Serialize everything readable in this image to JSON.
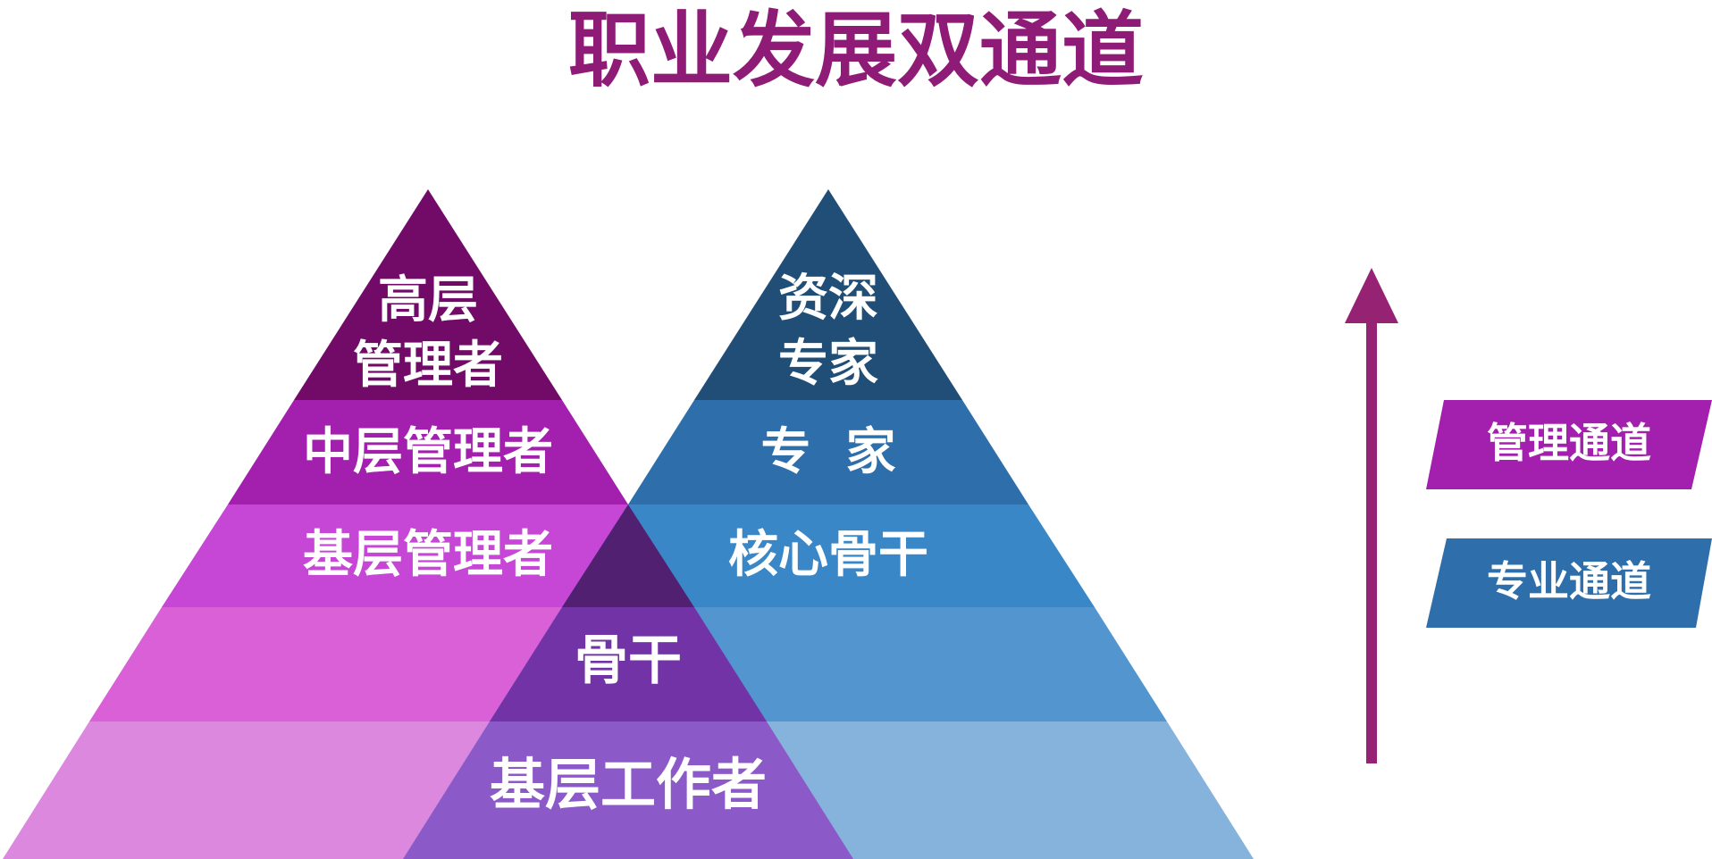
{
  "title": "职业发展双通道",
  "management_pyramid": {
    "levels": [
      "高层",
      "管理者",
      "中层管理者",
      "基层管理者"
    ]
  },
  "professional_pyramid": {
    "levels": [
      "资深",
      "专家",
      "专  家",
      "核心骨干"
    ]
  },
  "shared_levels": [
    "骨干",
    "基层工作者"
  ],
  "legend": {
    "management": "管理通道",
    "professional": "专业通道"
  },
  "colors": {
    "title": "#8e1c77",
    "management": [
      "#720a68",
      "#a31fae",
      "#c646d5",
      "#d960d6",
      "#db88de"
    ],
    "professional": [
      "#214e77",
      "#2e6fab",
      "#3a87c8",
      "#5295cf",
      "#86b3dc"
    ],
    "overlap": [
      "#512070",
      "#7133a6",
      "#8c5ac8"
    ],
    "arrow": "#952273",
    "legend_management": "#a31fae",
    "legend_professional": "#2e6fab"
  }
}
